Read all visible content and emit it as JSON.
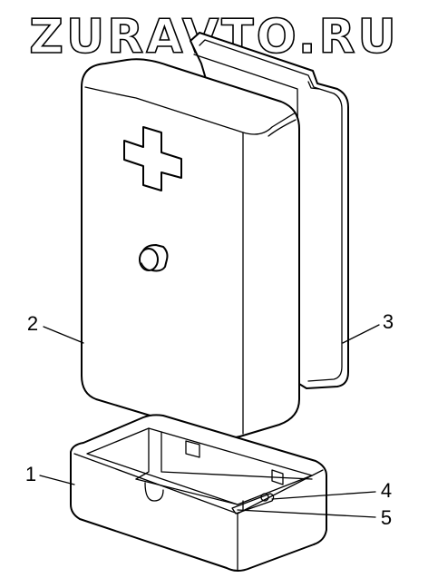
{
  "watermark": "ZURAVTO.RU",
  "callouts": [
    {
      "id": "1",
      "label": "1"
    },
    {
      "id": "2",
      "label": "2"
    },
    {
      "id": "3",
      "label": "3"
    },
    {
      "id": "4",
      "label": "4"
    },
    {
      "id": "5",
      "label": "5"
    }
  ]
}
